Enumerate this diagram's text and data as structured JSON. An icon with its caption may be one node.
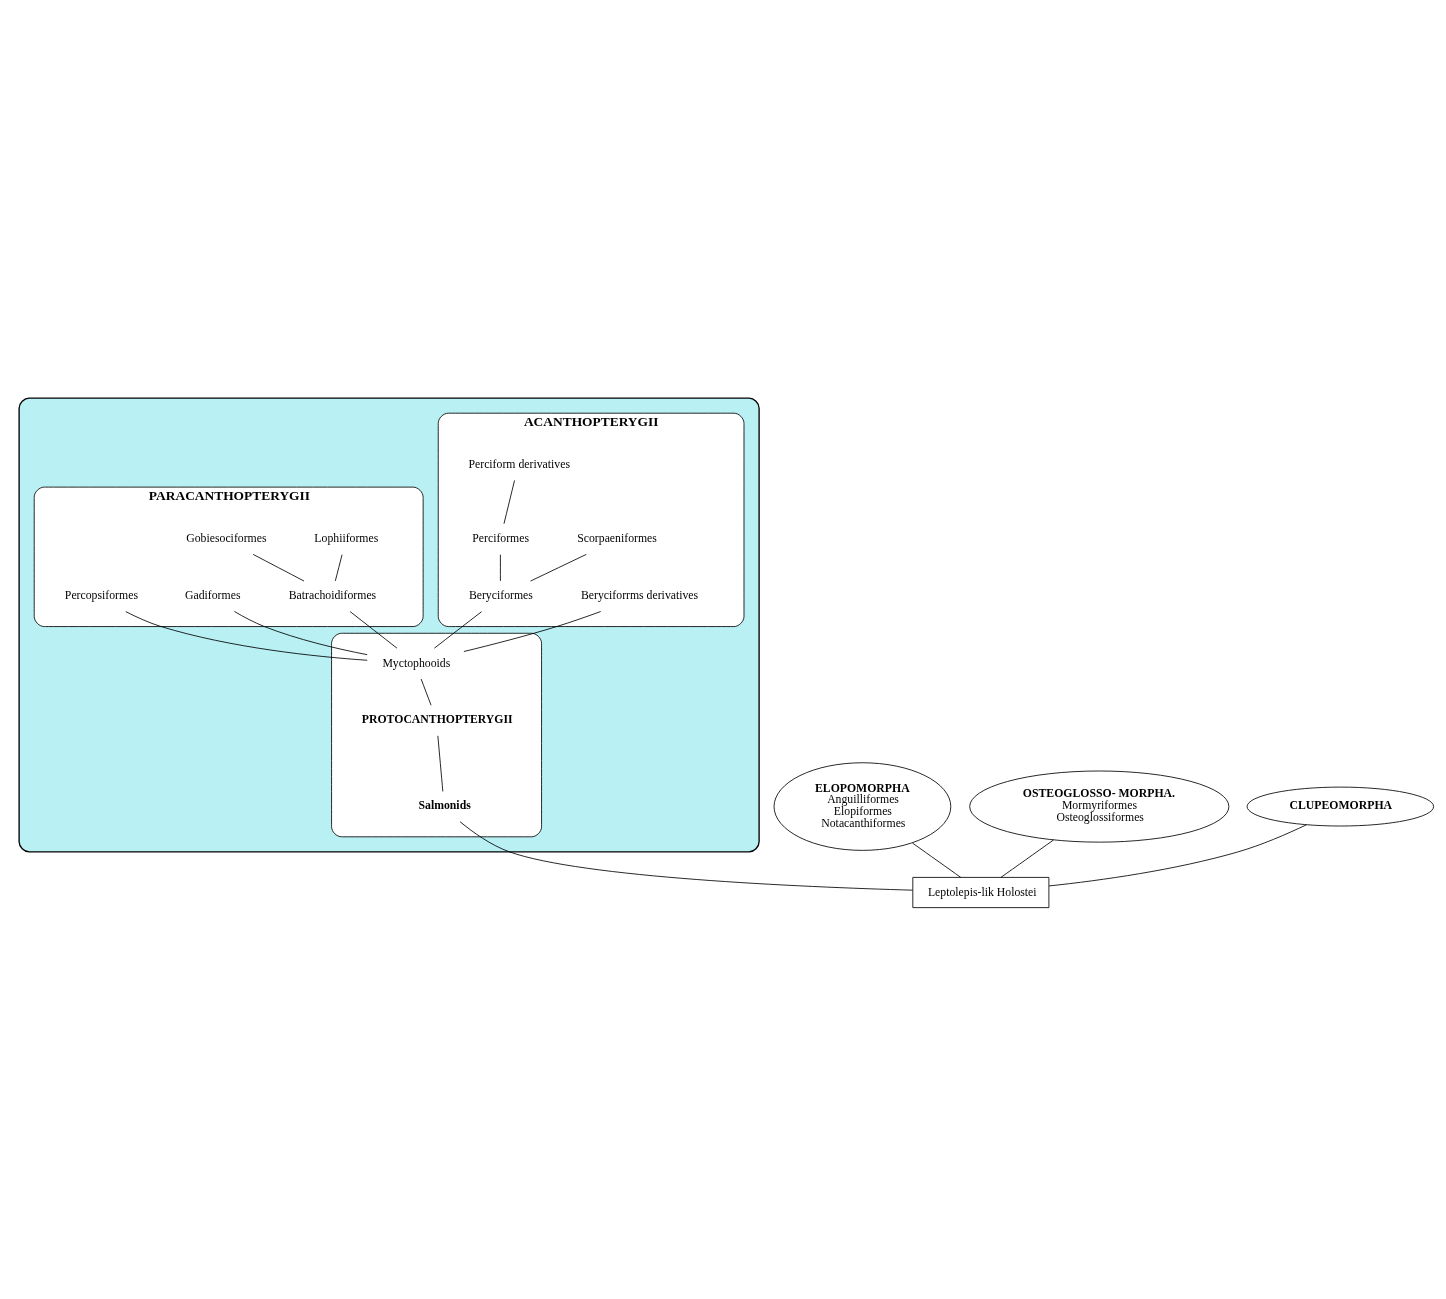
{
  "diagram": {
    "nodes": [
      {
        "text": [],
        "shape": "cloud"
      },
      {
        "text": [
          "PARACANTHOPTERYGII"
        ],
        "in": 0
      },
      {
        "text": [
          "Gobiesociformes"
        ],
        "in": 1
      },
      {
        "text": [
          "Lophiiformes"
        ],
        "in": 1
      },
      {
        "text": [
          "Batrachoidiformes"
        ],
        "in": 1
      },
      {
        "text": [
          "Gadiformes"
        ],
        "in": 1
      },
      {
        "text": [
          "Percopsiformes"
        ],
        "in": 1
      },
      {
        "text": [
          "ACANTHOPTERYGII"
        ],
        "in": 0
      },
      {
        "text": [
          "Perciform derivatives"
        ],
        "in": 7
      },
      {
        "text": [
          "Perciformes"
        ],
        "in": 7
      },
      {
        "text": [
          "Scorpaeniformes"
        ],
        "in": 7
      },
      {
        "text": [
          "Beryciforrms derivatives"
        ],
        "in": 7
      },
      {
        "text": [
          "Beryciformes"
        ],
        "in": 7
      },
      {
        "text": [
          "ELOPOMORPHA",
          "Anguilliformes",
          "Elopiformes",
          "Notacanthiformes"
        ]
      },
      {
        "text": [
          "OSTEOGLOSSO- MORPHA.",
          "Mormyriformes",
          "Osteoglossiformes"
        ]
      },
      {
        "text": [
          "CLUPEOMORPHA"
        ]
      },
      {
        "text": [],
        "shape": "ellipse",
        "in": 0
      },
      {
        "text": [
          "Myctophooids"
        ],
        "in": 16
      },
      {
        "text": [
          "PROTOCANTHOPTERYGII"
        ],
        "in": 16
      },
      {
        "text": [
          "Salmonids"
        ],
        "in": 16
      },
      {
        "text": [
          "Leptolepis-lik Holostei"
        ]
      }
    ],
    "edges": [
      {
        "from": 20,
        "to": 13,
        "arrow": "none"
      },
      {
        "from": 20,
        "to": 15,
        "arrow": "none"
      },
      {
        "from": 20,
        "to": 14,
        "arrow": "none"
      },
      {
        "from": 20,
        "to": 19,
        "arrow": "none"
      },
      {
        "from": 19,
        "to": 18,
        "arrow": "none"
      },
      {
        "from": 18,
        "to": 17,
        "arrow": "none"
      },
      {
        "from": 17,
        "to": 4,
        "arrow": "none"
      },
      {
        "from": 17,
        "to": 5,
        "arrow": "none"
      },
      {
        "from": 17,
        "to": 6,
        "arrow": "none"
      },
      {
        "from": 17,
        "to": 11,
        "arrow": "none"
      },
      {
        "from": 17,
        "to": 12,
        "arrow": "none"
      },
      {
        "from": 12,
        "to": 9,
        "arrow": "none"
      },
      {
        "from": 12,
        "to": 10,
        "arrow": "none"
      },
      {
        "from": 9,
        "to": 8,
        "arrow": "none"
      },
      {
        "from": 4,
        "to": 2,
        "arrow": "none"
      },
      {
        "from": 4,
        "to": 3,
        "arrow": "none"
      }
    ]
  }
}
